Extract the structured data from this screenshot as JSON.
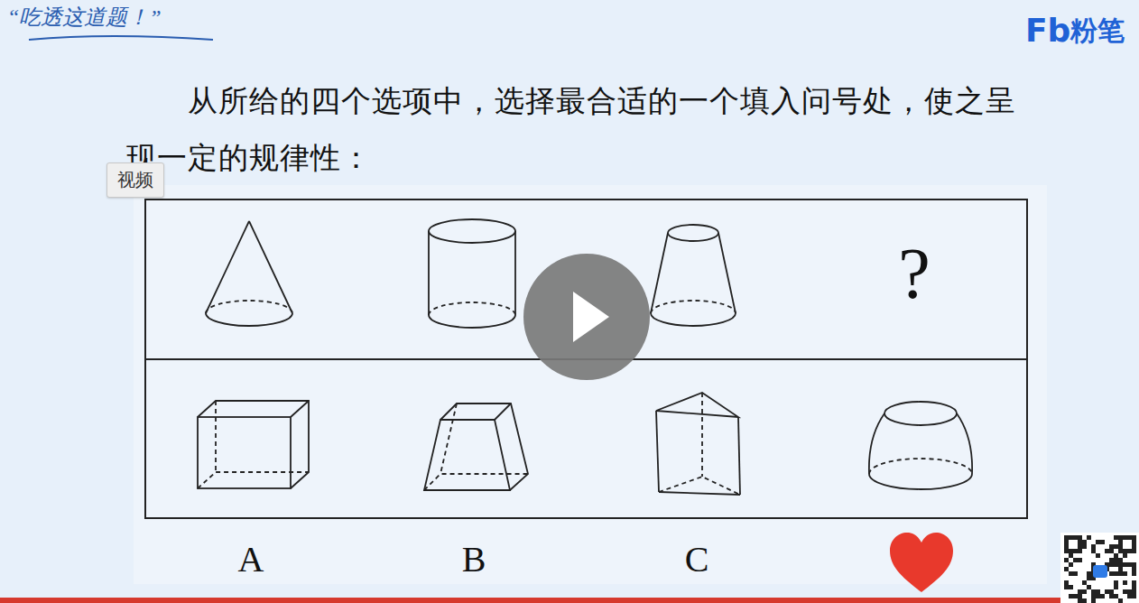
{
  "diagram": {
    "title": "从所给的四个选项中，选择最合适的一个填入问号处，使之呈现一定的规律性：",
    "nodes": [
      {
        "text": [
          "视频"
        ]
      },
      {
        "text": [
          "?"
        ]
      }
    ],
    "labels": [
      "“吃透这道题！”",
      "Fb",
      "粉笔",
      "A",
      "B",
      "C"
    ]
  }
}
